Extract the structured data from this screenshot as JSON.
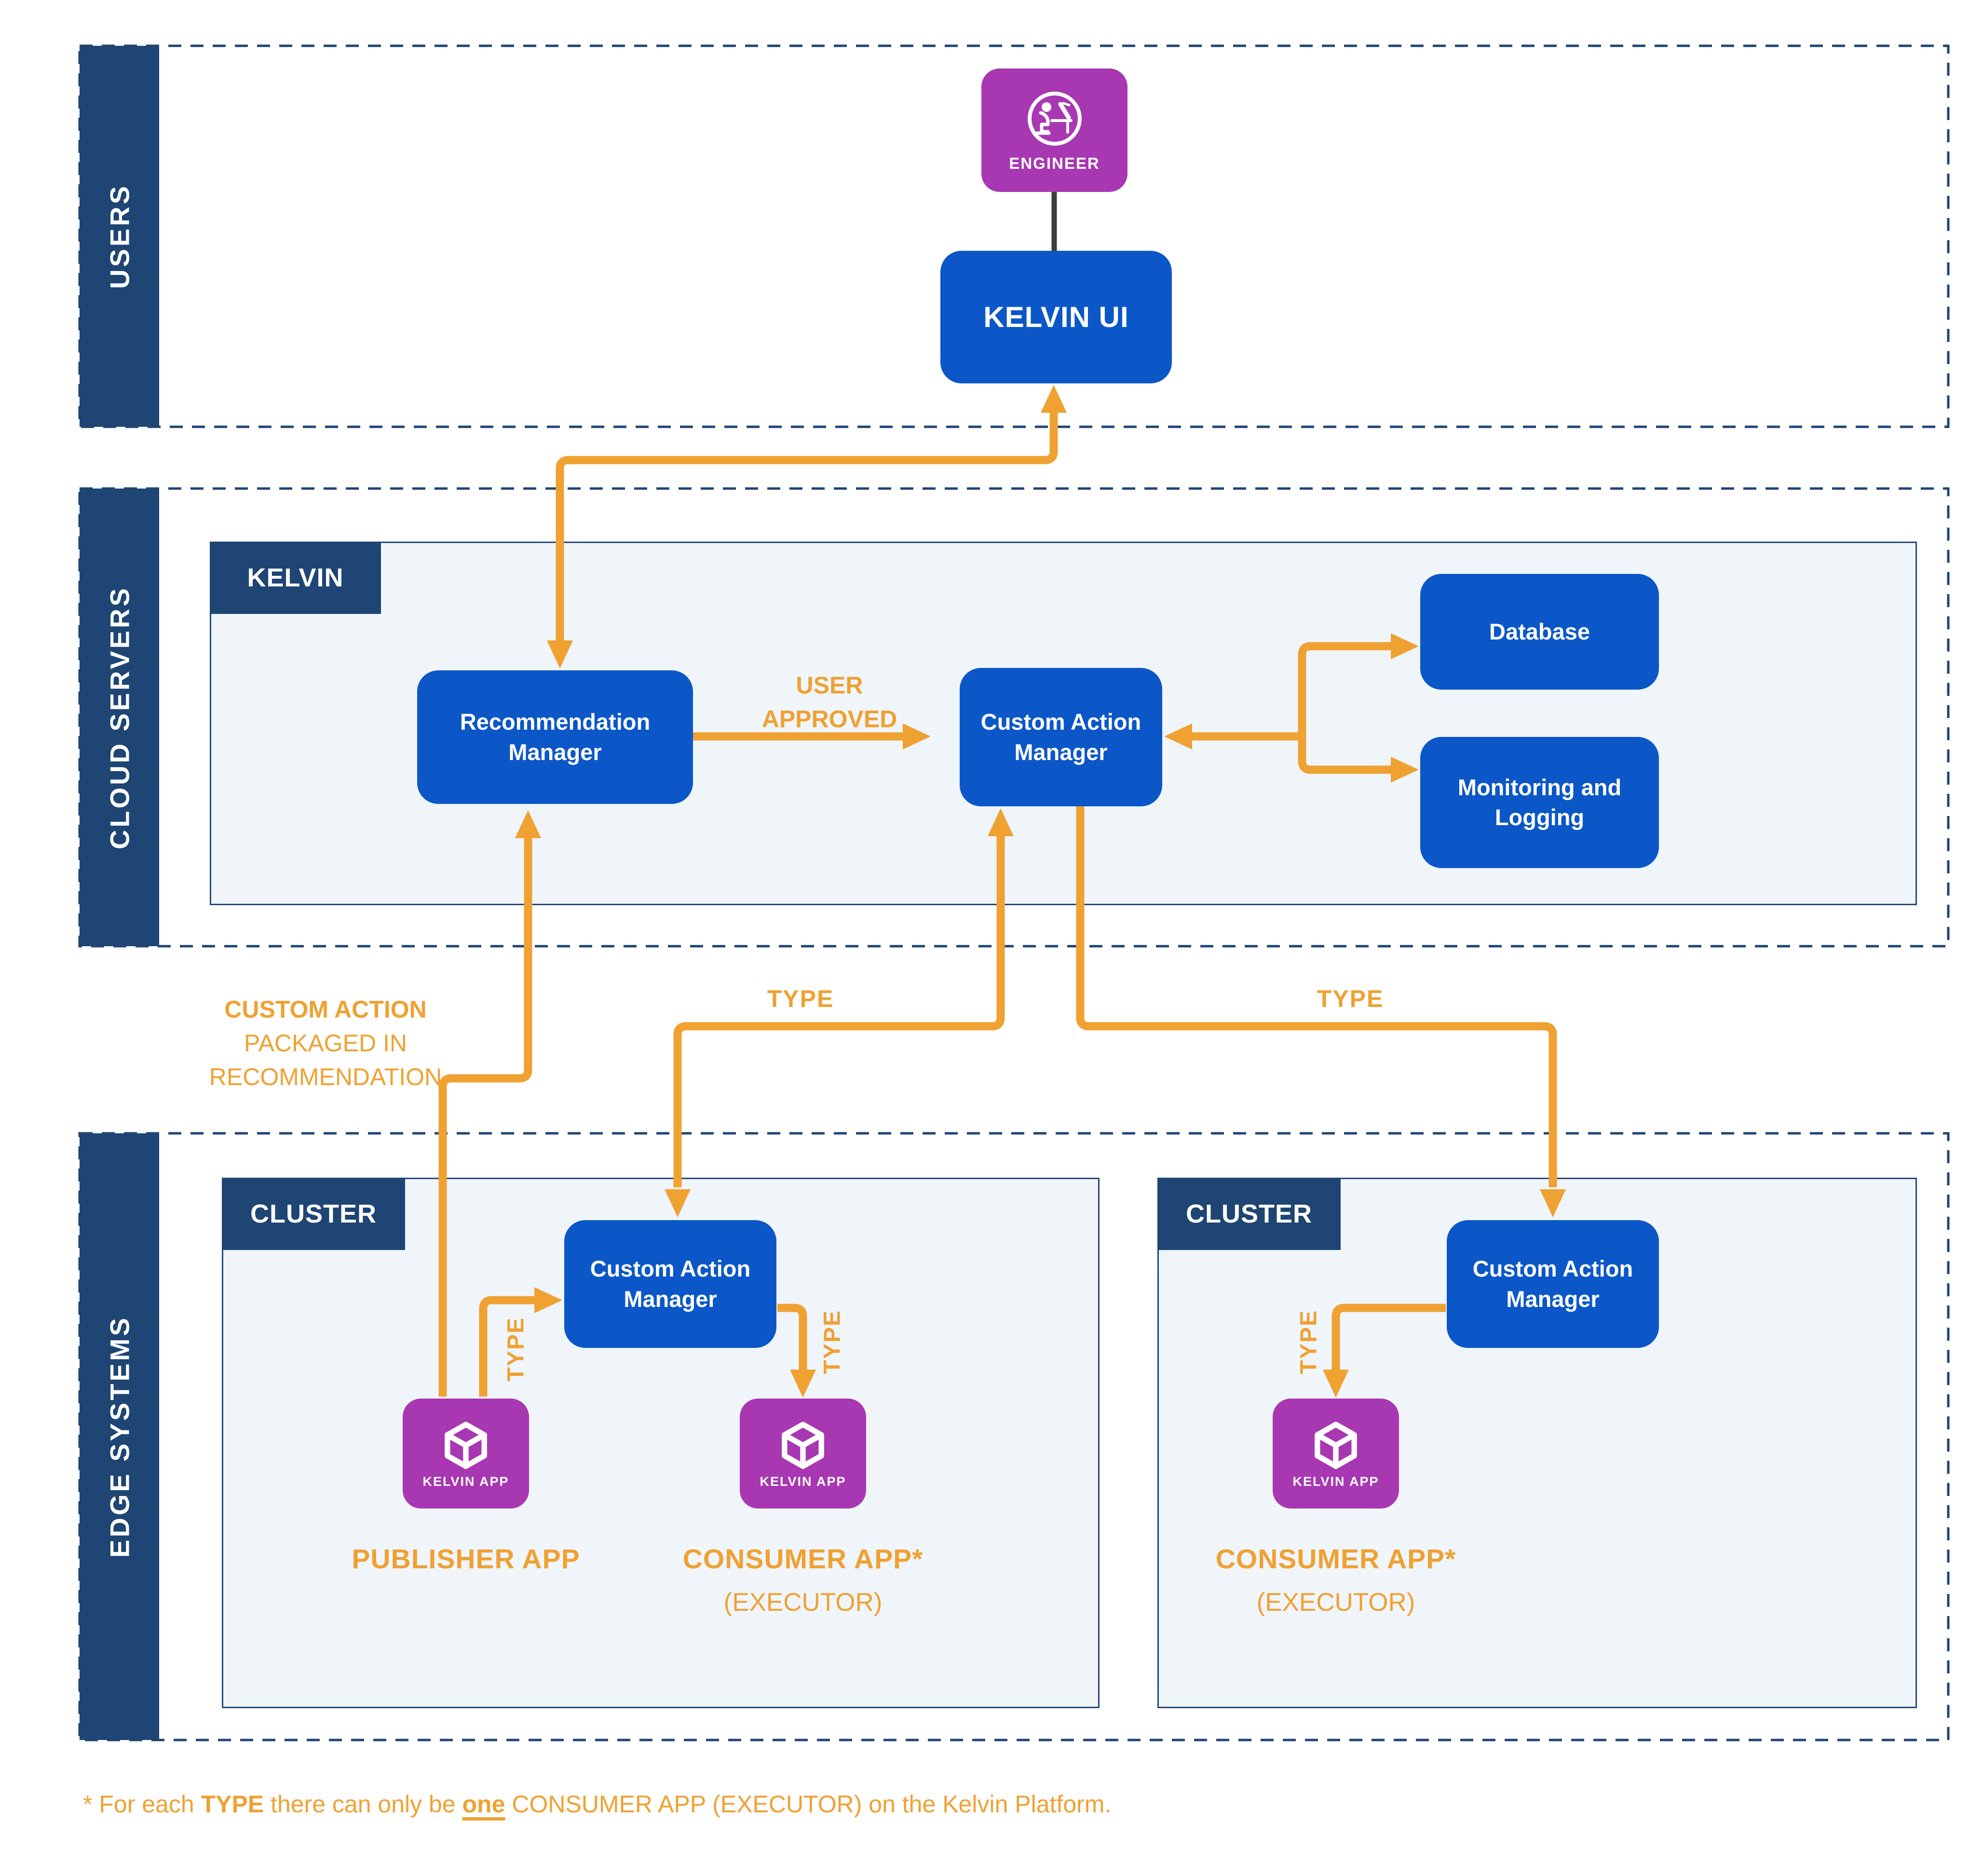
{
  "colors": {
    "navy": "#1E4573",
    "navy-line": "#23497B",
    "blue": "#0B57C8",
    "magenta": "#A837B2",
    "orange": "#EFA132",
    "panel": "#F0F5FA",
    "dark-line": "#3D3D3D"
  },
  "bands": {
    "users": {
      "label": "USERS"
    },
    "cloud": {
      "label": "CLOUD SERVERS"
    },
    "edge": {
      "label": "EDGE SYSTEMS"
    }
  },
  "users": {
    "engineer": {
      "label": "ENGINEER",
      "icon": "engineer-at-desk-icon"
    },
    "kelvin_ui": {
      "label": "KELVIN UI"
    }
  },
  "cloud": {
    "panel_tab": "KELVIN",
    "recommendation_manager": {
      "line1": "Recommendation",
      "line2": "Manager"
    },
    "custom_action_manager": {
      "line1": "Custom Action",
      "line2": "Manager"
    },
    "database": {
      "label": "Database"
    },
    "monitoring": {
      "line1": "Monitoring and",
      "line2": "Logging"
    }
  },
  "edge": {
    "cluster1": {
      "tab": "CLUSTER",
      "cam": {
        "line1": "Custom Action",
        "line2": "Manager"
      },
      "publisher_app": {
        "box_label": "KELVIN APP",
        "caption": "PUBLISHER APP",
        "icon": "kelvin-app-cube-icon"
      },
      "consumer_app": {
        "box_label": "KELVIN APP",
        "caption": "CONSUMER APP*",
        "caption2": "(EXECUTOR)",
        "icon": "kelvin-app-cube-icon"
      }
    },
    "cluster2": {
      "tab": "CLUSTER",
      "cam": {
        "line1": "Custom Action",
        "line2": "Manager"
      },
      "consumer_app": {
        "box_label": "KELVIN APP",
        "caption": "CONSUMER APP*",
        "caption2": "(EXECUTOR)",
        "icon": "kelvin-app-cube-icon"
      }
    }
  },
  "flow_labels": {
    "user_approved_line1": "USER",
    "user_approved_line2": "APPROVED",
    "custom_action_line1": "CUSTOM ACTION",
    "custom_action_line2": "PACKAGED IN",
    "custom_action_line3": "RECOMMENDATION",
    "type": "TYPE"
  },
  "footnote": {
    "prefix": "* For each ",
    "bold1": "TYPE",
    "mid": " there can only be ",
    "bold_underline": "one",
    "suffix": " CONSUMER APP (EXECUTOR) on the Kelvin Platform."
  }
}
